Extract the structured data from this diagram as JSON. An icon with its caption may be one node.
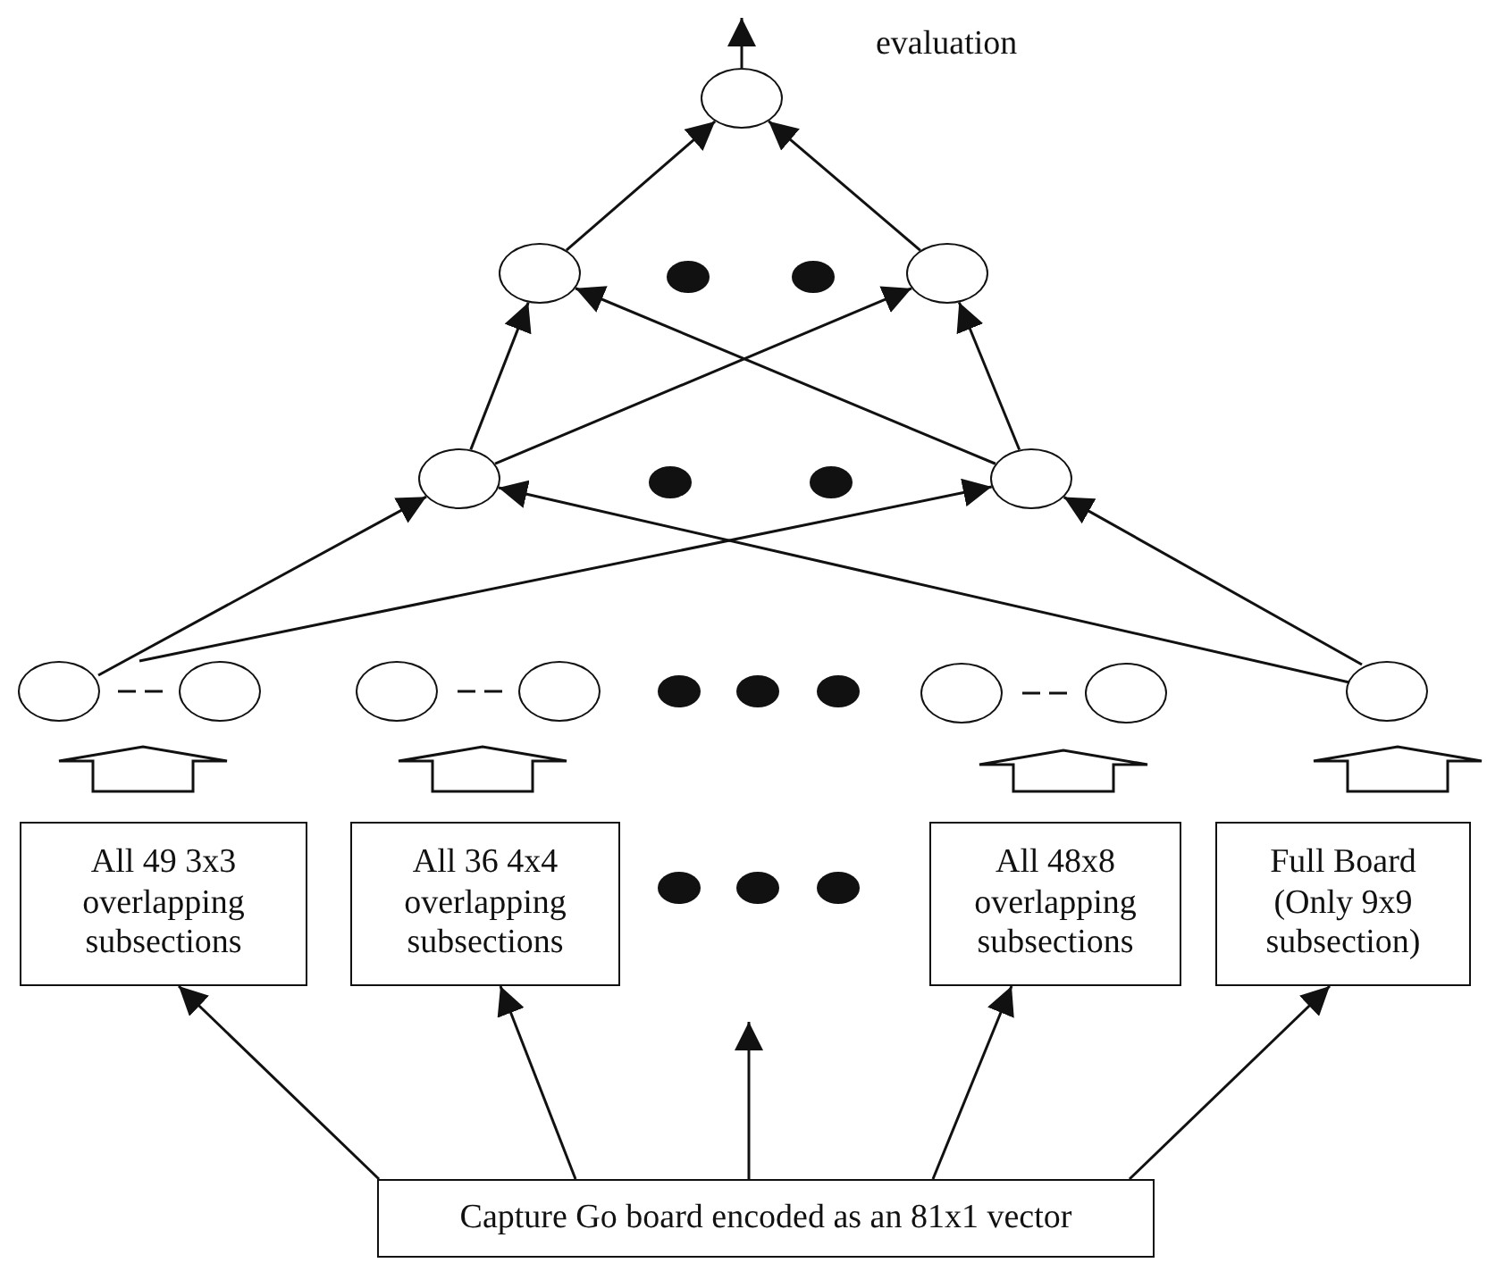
{
  "diagram": {
    "nodes": [
      {
        "text": [],
        "shape": "circle"
      },
      {
        "text": [],
        "shape": "circle"
      },
      {
        "text": [],
        "shape": "circle"
      },
      {
        "text": [],
        "shape": "circle"
      },
      {
        "text": [],
        "shape": "circle"
      },
      {
        "text": [],
        "shape": "circle"
      },
      {
        "text": [],
        "shape": "circle"
      },
      {
        "text": [],
        "shape": "circle"
      },
      {
        "text": [],
        "shape": "circle"
      },
      {
        "text": [],
        "shape": "circle"
      },
      {
        "text": [],
        "shape": "circle"
      },
      {
        "text": [],
        "shape": "circle"
      },
      {
        "text": [
          "All 49 3x3 overlapping subsections"
        ]
      },
      {
        "text": [
          "All 36 4x4 overlapping subsections"
        ]
      },
      {
        "text": [
          "All 48x8 overlapping subsections"
        ]
      },
      {
        "text": [
          "Full Board (Only 9x9 subsection)"
        ]
      },
      {
        "text": [
          "Capture Go board encoded as an 81x1 vector"
        ]
      }
    ],
    "edges": [
      {
        "from": 0,
        "to": null,
        "arrow": "to"
      },
      {
        "from": 1,
        "to": 0,
        "arrow": "to"
      },
      {
        "from": 2,
        "to": 0,
        "arrow": "to"
      },
      {
        "from": 3,
        "to": 1,
        "arrow": "to"
      },
      {
        "from": 3,
        "to": 2,
        "arrow": "to"
      },
      {
        "from": 4,
        "to": 1,
        "arrow": "to"
      },
      {
        "from": 4,
        "to": 2,
        "arrow": "to"
      },
      {
        "from": 5,
        "to": 3,
        "arrow": "to"
      },
      {
        "from": 5,
        "to": 4,
        "arrow": "to"
      },
      {
        "from": 11,
        "to": 3,
        "arrow": "to"
      },
      {
        "from": 11,
        "to": 4,
        "arrow": "to"
      },
      {
        "from": 12,
        "to": null,
        "arrow": "to",
        "style": "thick"
      },
      {
        "from": 13,
        "to": null,
        "arrow": "to",
        "style": "thick"
      },
      {
        "from": 14,
        "to": null,
        "arrow": "to",
        "style": "thick"
      },
      {
        "from": 15,
        "to": 11,
        "arrow": "to",
        "style": "thick"
      },
      {
        "from": 16,
        "to": 12,
        "arrow": "to"
      },
      {
        "from": 16,
        "to": 13,
        "arrow": "to"
      },
      {
        "from": 16,
        "to": null,
        "arrow": "to"
      },
      {
        "from": 16,
        "to": 14,
        "arrow": "to"
      },
      {
        "from": 16,
        "to": 15,
        "arrow": "to"
      }
    ],
    "labels": [
      "evaluation"
    ]
  }
}
